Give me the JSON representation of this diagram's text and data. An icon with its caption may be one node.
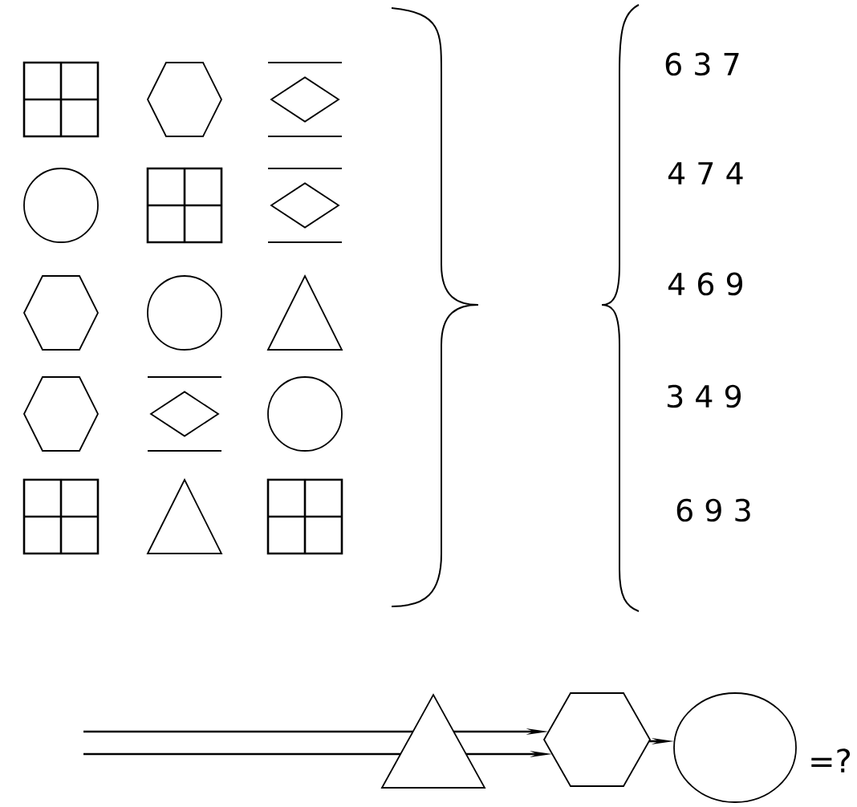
{
  "diagram": {
    "nodes": [
      {
        "text": [],
        "shape": "grid"
      },
      {
        "text": [],
        "shape": "hexagon"
      },
      {
        "text": [],
        "shape": "diamond"
      },
      {
        "text": [],
        "shape": "circle"
      },
      {
        "text": [],
        "shape": "grid"
      },
      {
        "text": [],
        "shape": "diamond"
      },
      {
        "text": [],
        "shape": "hexagon"
      },
      {
        "text": [],
        "shape": "circle"
      },
      {
        "text": [],
        "shape": "triangle"
      },
      {
        "text": [],
        "shape": "hexagon"
      },
      {
        "text": [],
        "shape": "diamond"
      },
      {
        "text": [],
        "shape": "circle"
      },
      {
        "text": [],
        "shape": "grid"
      },
      {
        "text": [],
        "shape": "triangle"
      },
      {
        "text": [],
        "shape": "grid"
      },
      {
        "text": [],
        "shape": "triangle"
      },
      {
        "text": [],
        "shape": "hexagon"
      },
      {
        "text": [],
        "shape": "circle",
        "beside": [
          "=?"
        ]
      }
    ],
    "edges": [
      {
        "from": null,
        "to": 15,
        "arrow": "none"
      },
      {
        "from": null,
        "to": 15,
        "arrow": "none"
      },
      {
        "from": 15,
        "to": 16,
        "arrow": "to"
      },
      {
        "from": 15,
        "to": 16,
        "arrow": "to"
      },
      {
        "from": 16,
        "to": 17,
        "arrow": "to"
      }
    ],
    "labels": [
      "6 3 7",
      "4 7 4",
      "4 6 9",
      "3 4 9",
      "6 9 3"
    ]
  }
}
